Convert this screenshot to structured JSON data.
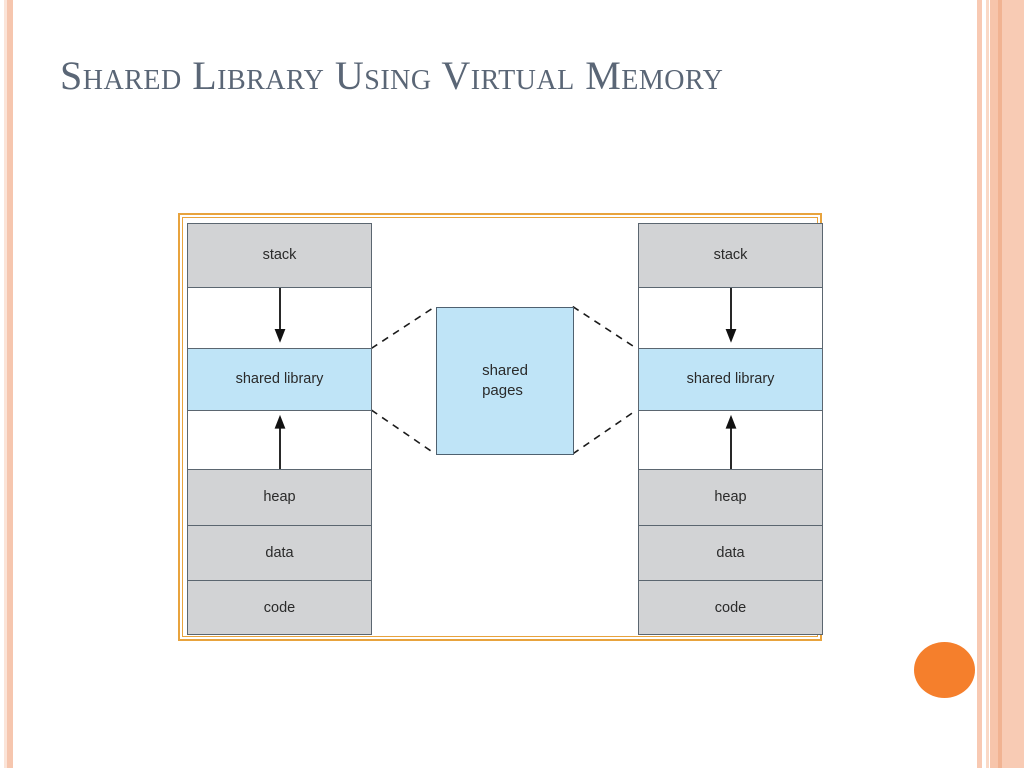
{
  "slide": {
    "title": "Shared Library Using Virtual Memory",
    "background_color": "#FFFFFF",
    "title_color": "#5A6676",
    "accent_color": "#F57F2C",
    "edge_stripe_color": "#F7C5AB",
    "frame_border_color": "#E8A33D"
  },
  "decorations": {
    "orange_dot_name": "orange-circle-accent",
    "left_stripe_name": "left-edge-stripe",
    "right_stripe_name": "right-edge-stripe"
  },
  "diagram": {
    "type": "memory-layout",
    "caption": "",
    "segment_fill_gray": "#D2D3D5",
    "segment_fill_blue": "#BFE4F7",
    "segment_border": "#5B6670",
    "left_address_space": {
      "name": "process-1-address-space",
      "segments": [
        {
          "label": "stack",
          "style": "filled",
          "arrow": "none"
        },
        {
          "label": "",
          "style": "gap",
          "arrow": "down"
        },
        {
          "label": "shared library",
          "style": "shared",
          "arrow": "none"
        },
        {
          "label": "",
          "style": "gap",
          "arrow": "up"
        },
        {
          "label": "heap",
          "style": "filled",
          "arrow": "none"
        },
        {
          "label": "data",
          "style": "filled",
          "arrow": "none"
        },
        {
          "label": "code",
          "style": "filled",
          "arrow": "none"
        }
      ]
    },
    "right_address_space": {
      "name": "process-2-address-space",
      "segments": [
        {
          "label": "stack",
          "style": "filled",
          "arrow": "none"
        },
        {
          "label": "",
          "style": "gap",
          "arrow": "down"
        },
        {
          "label": "shared library",
          "style": "shared",
          "arrow": "none"
        },
        {
          "label": "",
          "style": "gap",
          "arrow": "up"
        },
        {
          "label": "heap",
          "style": "filled",
          "arrow": "none"
        },
        {
          "label": "data",
          "style": "filled",
          "arrow": "none"
        },
        {
          "label": "code",
          "style": "filled",
          "arrow": "none"
        }
      ]
    },
    "shared_pages": {
      "label": "shared\npages",
      "fill": "#BFE4F7",
      "border": "#4F6170"
    },
    "connectors": {
      "style": "dashed",
      "color": "#1A1A1A",
      "count": 4,
      "description": "dashed lines linking each shared library segment to the shared pages box"
    }
  }
}
